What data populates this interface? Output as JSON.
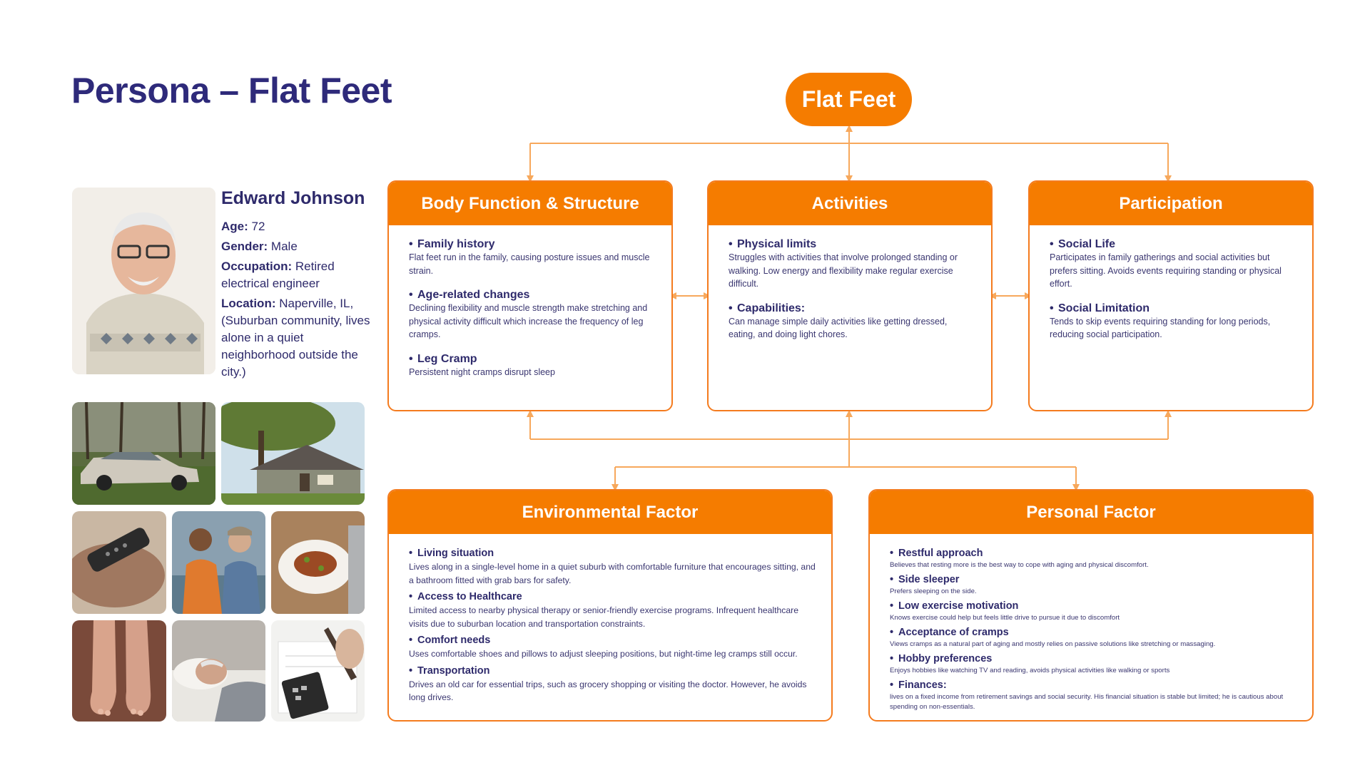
{
  "title": "Persona – Flat Feet",
  "persona": {
    "name": "Edward Johnson",
    "age_label": "Age:",
    "age": "72",
    "gender_label": "Gender:",
    "gender": "Male",
    "occupation_label": "Occupation:",
    "occupation": "Retired electrical engineer",
    "location_label": "Location:",
    "location": "Naperville, IL, (Suburban community, lives alone in a quiet neighborhood outside the city.)"
  },
  "root": {
    "label": "Flat Feet"
  },
  "body_function": {
    "header": "Body Function & Structure",
    "items": [
      {
        "title": "Family history",
        "desc": "Flat feet run in the family, causing posture issues and muscle strain."
      },
      {
        "title": "Age-related changes",
        "desc": "Declining flexibility and muscle strength make stretching and physical activity difficult which increase the frequency of leg cramps."
      },
      {
        "title": "Leg Cramp",
        "desc": "Persistent night cramps disrupt sleep"
      }
    ]
  },
  "activities": {
    "header": "Activities",
    "items": [
      {
        "title": "Physical limits",
        "desc": "Struggles with activities that involve prolonged standing or walking. Low energy and flexibility make regular exercise difficult."
      },
      {
        "title": "Capabilities:",
        "desc": "Can manage simple daily activities like getting dressed, eating, and doing light chores."
      }
    ]
  },
  "participation": {
    "header": "Participation",
    "items": [
      {
        "title": "Social Life",
        "desc": "Participates in family gatherings and social activities but prefers sitting. Avoids events requiring standing or physical effort."
      },
      {
        "title": "Social Limitation",
        "desc": "Tends to skip events requiring standing for long periods, reducing social participation."
      }
    ]
  },
  "environmental": {
    "header": "Environmental Factor",
    "items": [
      {
        "title": "Living situation",
        "desc": "Lives along in a single-level home in a quiet suburb with comfortable furniture that encourages sitting, and a bathroom fitted with grab bars for safety."
      },
      {
        "title": "Access to Healthcare",
        "desc": "Limited access to nearby physical therapy or senior-friendly exercise programs. Infrequent healthcare visits due to suburban location and transportation constraints."
      },
      {
        "title": "Comfort needs",
        "desc": "Uses comfortable shoes and pillows to adjust sleeping positions, but night-time leg cramps still occur."
      },
      {
        "title": "Transportation",
        "desc": "Drives an old car for essential trips, such as grocery shopping or visiting the doctor. However, he avoids long drives."
      }
    ]
  },
  "personal": {
    "header": "Personal Factor",
    "items": [
      {
        "title": "Restful approach",
        "desc": "Believes that resting more is the best way to cope with aging and physical discomfort."
      },
      {
        "title": "Side sleeper",
        "desc": "Prefers sleeping on the side."
      },
      {
        "title": "Low exercise motivation",
        "desc": "Knows exercise could help but feels little drive to pursue it due to discomfort"
      },
      {
        "title": "Acceptance of cramps",
        "desc": "Views cramps as a natural part of aging and mostly relies on passive solutions like stretching or massaging."
      },
      {
        "title": "Hobby preferences",
        "desc": "Enjoys hobbies like watching TV and reading, avoids physical activities like walking or sports"
      },
      {
        "title": "Finances:",
        "desc": "lives on a fixed income from retirement savings and social security. His financial situation is stable but limited; he is cautious about spending on non-essentials."
      }
    ]
  },
  "colors": {
    "accent": "#f57c00",
    "connector": "#f7a85c",
    "title": "#2e2a7a"
  }
}
